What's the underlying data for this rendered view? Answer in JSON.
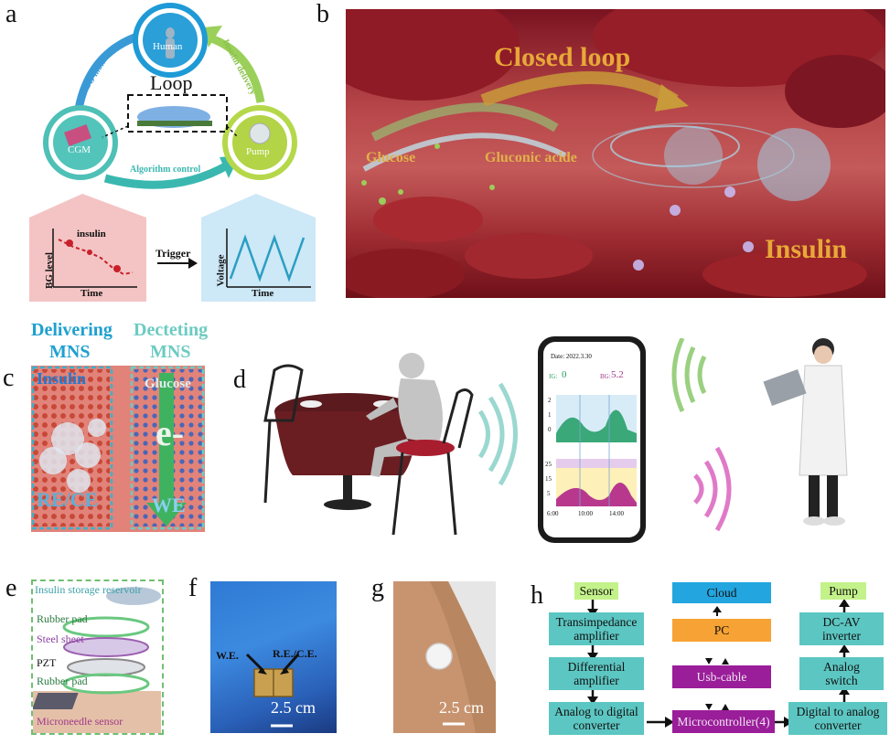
{
  "panels": {
    "a": {
      "letter": "a",
      "loop_title": "Loop",
      "nodes": {
        "human": "Human",
        "cgm": "CGM",
        "pump": "Pump"
      },
      "arrows": {
        "bg_monitor": "BG monitor",
        "insulin_delivery": "Insulin delivery",
        "algorithm_control": "Algorithm control"
      },
      "left_plot": {
        "ylabel": "BG level",
        "xlabel": "Time",
        "annotation": "insulin"
      },
      "right_plot": {
        "ylabel": "Voltage",
        "xlabel": "Time"
      },
      "trigger": "Trigger"
    },
    "b": {
      "letter": "b",
      "closed_loop": "Closed loop",
      "glucose": "Glucose",
      "gluconic_acid": "Gluconic acide",
      "insulin": "Insulin"
    },
    "c": {
      "letter": "c",
      "delivering_line1": "Delivering",
      "delivering_line2": "MNS",
      "detecting_line1": "Decteting",
      "detecting_line2": "MNS",
      "insulin": "Insulin",
      "glucose": "Glucose",
      "electron": "e-",
      "re_ce": "RE/CE",
      "we": "WE"
    },
    "d": {
      "letter": "d",
      "phone": {
        "date": "Date:   2022.3.30",
        "ig_label": "IG:",
        "ig_value": "0",
        "bg_label": "BG:",
        "bg_value": "5.2",
        "y_ticks_top": [
          "2",
          "1",
          "0"
        ],
        "y_ticks_bottom": [
          "25",
          "15",
          "5"
        ],
        "x_ticks": [
          "6:00",
          "10:00",
          "14:00"
        ]
      }
    },
    "e": {
      "letter": "e",
      "layers": [
        "Insulin storage reservoir",
        "Rubber pad",
        "Steel sheet",
        "PZT",
        "Rubber pad",
        "Microneedle sensor"
      ]
    },
    "f": {
      "letter": "f",
      "we": "W.E.",
      "rece": "R.E./C.E.",
      "scale": "2.5 cm"
    },
    "g": {
      "letter": "g",
      "scale": "2.5 cm"
    },
    "h": {
      "letter": "h",
      "col1": [
        "Sensor",
        "Transimpedance\namplifier",
        "Differential\namplifier",
        "Analog to digital\nconverter"
      ],
      "col2": [
        "Cloud",
        "PC",
        "Usb-cable",
        "Microcontroller(4)"
      ],
      "col3": [
        "Pump",
        "DC-AV\ninverter",
        "Analog\nswitch",
        "Digital to analog\nconverter"
      ]
    }
  },
  "colors": {
    "teal": "#5cc6c2",
    "lime": "#c4f28a",
    "blue": "#23a6df",
    "orange": "#f7a234",
    "purple": "#9a1d9a",
    "blood": "#8b1a24"
  }
}
